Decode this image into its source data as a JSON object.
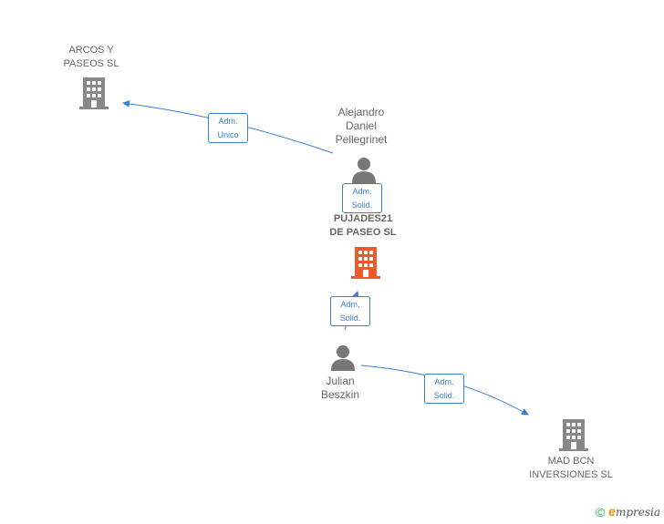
{
  "nodes": {
    "arcos": {
      "label": "ARCOS Y\nPASEOS  SL"
    },
    "alejandro": {
      "label": "Alejandro\nDaniel\nPellegrinet"
    },
    "pujades": {
      "label": "PUJADES21\nDE PASEO  SL"
    },
    "julian": {
      "label": "Julian\nBeszkin"
    },
    "madbcn": {
      "label": "MAD BCN\nINVERSIONES SL"
    }
  },
  "edges": {
    "alejandro_arcos": {
      "role": "Adm.\nUnico"
    },
    "alejandro_pujades": {
      "role": "Adm.\nSolid."
    },
    "julian_pujades": {
      "role": "Adm.\nSolid."
    },
    "julian_madbcn": {
      "role": "Adm.\nSolid."
    }
  },
  "colors": {
    "edge": "#3a7fd5",
    "company_icon": "#888888",
    "focus_icon": "#f05a28",
    "person_icon": "#777777"
  },
  "brand": {
    "copyright": "©",
    "initial": "e",
    "name": "mpresia"
  }
}
